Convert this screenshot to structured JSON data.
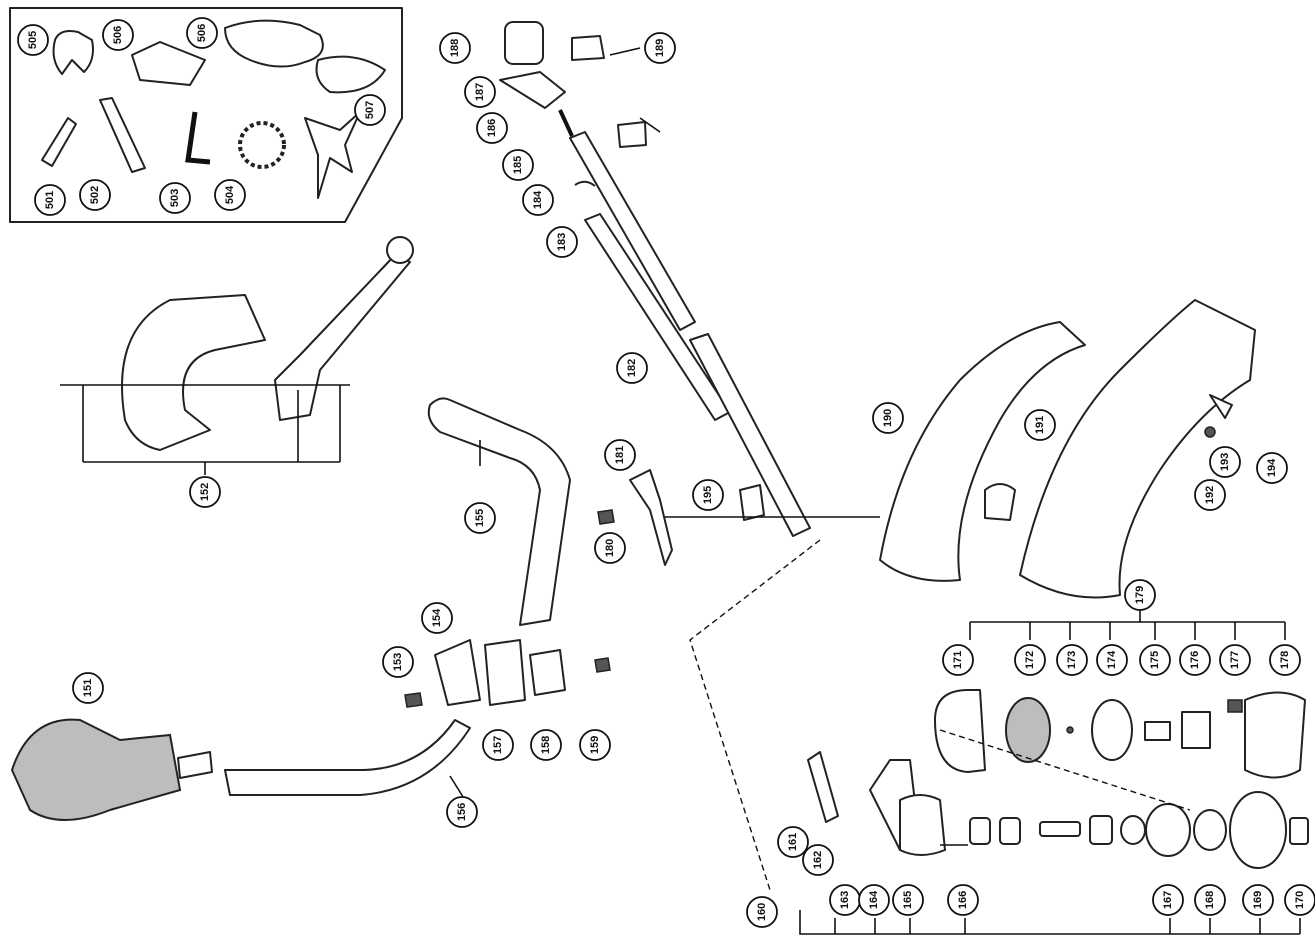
{
  "callouts": [
    {
      "id": "501",
      "label": "501"
    },
    {
      "id": "502",
      "label": "502"
    },
    {
      "id": "503",
      "label": "503"
    },
    {
      "id": "504",
      "label": "504"
    },
    {
      "id": "505",
      "label": "505"
    },
    {
      "id": "506a",
      "label": "506"
    },
    {
      "id": "506b",
      "label": "506"
    },
    {
      "id": "507",
      "label": "507"
    },
    {
      "id": "151",
      "label": "151"
    },
    {
      "id": "152",
      "label": "152"
    },
    {
      "id": "153",
      "label": "153"
    },
    {
      "id": "154",
      "label": "154"
    },
    {
      "id": "155",
      "label": "155"
    },
    {
      "id": "156",
      "label": "156"
    },
    {
      "id": "157",
      "label": "157"
    },
    {
      "id": "158",
      "label": "158"
    },
    {
      "id": "159",
      "label": "159"
    },
    {
      "id": "160",
      "label": "160"
    },
    {
      "id": "161",
      "label": "161"
    },
    {
      "id": "162",
      "label": "162"
    },
    {
      "id": "163",
      "label": "163"
    },
    {
      "id": "164",
      "label": "164"
    },
    {
      "id": "165",
      "label": "165"
    },
    {
      "id": "166",
      "label": "166"
    },
    {
      "id": "167",
      "label": "167"
    },
    {
      "id": "168",
      "label": "168"
    },
    {
      "id": "169",
      "label": "169"
    },
    {
      "id": "170",
      "label": "170"
    },
    {
      "id": "171",
      "label": "171"
    },
    {
      "id": "172",
      "label": "172"
    },
    {
      "id": "173",
      "label": "173"
    },
    {
      "id": "174",
      "label": "174"
    },
    {
      "id": "175",
      "label": "175"
    },
    {
      "id": "176",
      "label": "176"
    },
    {
      "id": "177",
      "label": "177"
    },
    {
      "id": "178",
      "label": "178"
    },
    {
      "id": "179",
      "label": "179"
    },
    {
      "id": "180",
      "label": "180"
    },
    {
      "id": "181",
      "label": "181"
    },
    {
      "id": "182",
      "label": "182"
    },
    {
      "id": "183",
      "label": "183"
    },
    {
      "id": "184",
      "label": "184"
    },
    {
      "id": "185",
      "label": "185"
    },
    {
      "id": "186",
      "label": "186"
    },
    {
      "id": "187",
      "label": "187"
    },
    {
      "id": "188",
      "label": "188"
    },
    {
      "id": "189",
      "label": "189"
    },
    {
      "id": "190",
      "label": "190"
    },
    {
      "id": "191",
      "label": "191"
    },
    {
      "id": "192",
      "label": "192"
    },
    {
      "id": "193",
      "label": "193"
    },
    {
      "id": "194",
      "label": "194"
    },
    {
      "id": "195",
      "label": "195"
    }
  ]
}
